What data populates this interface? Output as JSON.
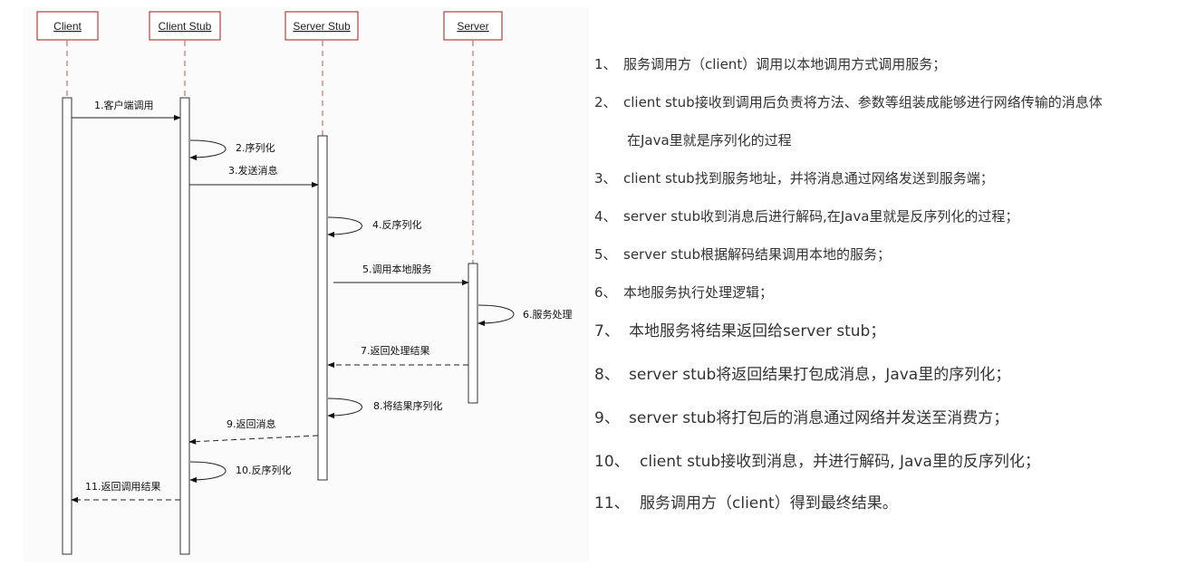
{
  "diagram": {
    "actors": [
      "Client",
      "Client Stub",
      "Server Stub",
      "Server"
    ],
    "messages": [
      {
        "label": "1.客户端调用"
      },
      {
        "label": "2.序列化"
      },
      {
        "label": "3.发送消息"
      },
      {
        "label": "4.反序列化"
      },
      {
        "label": "5.调用本地服务"
      },
      {
        "label": "6.服务处理"
      },
      {
        "label": "7.返回处理结果"
      },
      {
        "label": "8.将结果序列化"
      },
      {
        "label": "9.返回消息"
      },
      {
        "label": "10.反序列化"
      },
      {
        "label": "11.返回调用结果"
      }
    ]
  },
  "steps": [
    {
      "num": "1、",
      "text": "服务调用方（client）调用以本地调用方式调用服务；"
    },
    {
      "num": "2、",
      "text": "client stub接收到调用后负责将方法、参数等组装成能够进行网络传输的消息体"
    },
    {
      "num": "",
      "text": "在Java里就是序列化的过程"
    },
    {
      "num": "3、",
      "text": "client stub找到服务地址，并将消息通过网络发送到服务端；"
    },
    {
      "num": "4、",
      "text": "server stub收到消息后进行解码,在Java里就是反序列化的过程；"
    },
    {
      "num": "5、",
      "text": "server stub根据解码结果调用本地的服务；"
    },
    {
      "num": "6、",
      "text": "本地服务执行处理逻辑；"
    },
    {
      "num": "7、",
      "text": "本地服务将结果返回给server stub；"
    },
    {
      "num": "8、",
      "text": "server stub将返回结果打包成消息，Java里的序列化；"
    },
    {
      "num": "9、",
      "text": "server stub将打包后的消息通过网络并发送至消费方；"
    },
    {
      "num": "10、",
      "text": "client stub接收到消息，并进行解码, Java里的反序列化；"
    },
    {
      "num": "11、",
      "text": "服务调用方（client）得到最终结果。"
    }
  ]
}
